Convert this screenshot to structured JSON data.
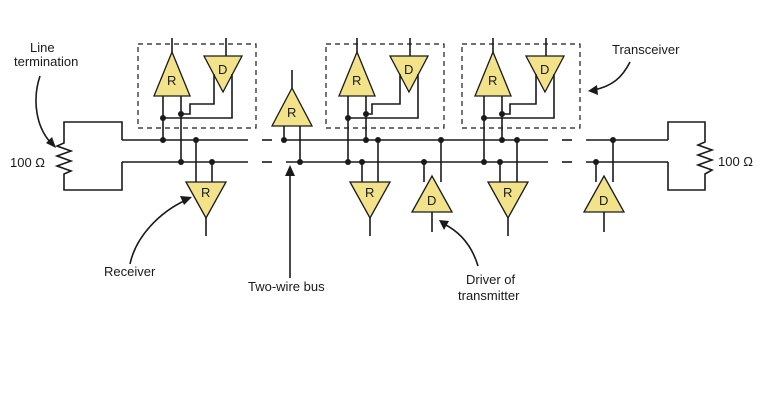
{
  "labels": {
    "line_termination_1": "Line",
    "line_termination_2": "termination",
    "left_resistor": "100 Ω",
    "right_resistor": "100 Ω",
    "transceiver": "Transceiver",
    "receiver": "Receiver",
    "two_wire_bus": "Two-wire bus",
    "driver_1": "Driver of",
    "driver_2": "transmitter"
  },
  "amp_letters": {
    "receiver": "R",
    "driver": "D"
  },
  "colors": {
    "amp_fill": "#f2e38a",
    "line": "#1a1a1a"
  }
}
